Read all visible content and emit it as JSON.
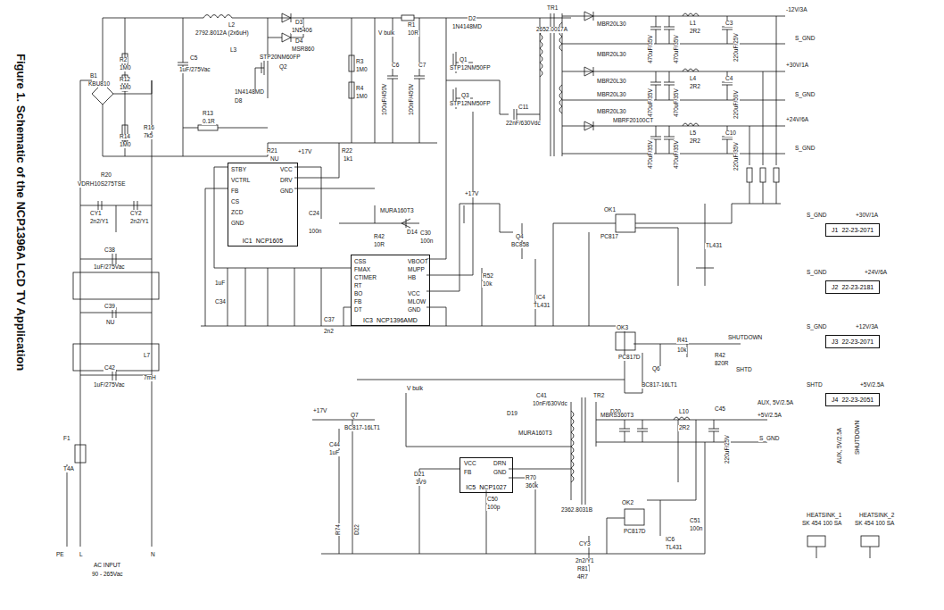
{
  "diagram": {
    "caption": "Figure 1. Schematic of the NCP1396A LCD TV Application",
    "nodes": [
      {
        "text": [
          "IC1",
          "NCP1605"
        ]
      },
      {
        "text": [
          "IC3",
          "NCP1396AMD"
        ]
      },
      {
        "text": [
          "IC5",
          "NCP1027"
        ]
      },
      {
        "text": [
          "J1",
          "22-23-2071"
        ]
      },
      {
        "text": [
          "J2",
          "22-23-2181"
        ]
      },
      {
        "text": [
          "J3",
          "22-23-2071"
        ]
      },
      {
        "text": [
          "J4",
          "22-23-2051"
        ]
      }
    ],
    "labels": [
      "B1",
      "KBU810",
      "R2",
      "1M0",
      "R12",
      "1M0",
      "R14",
      "1M0",
      "R16",
      "7k5",
      "C5",
      "1uF/275Vac",
      "L2",
      "2792.8012A (2x6uH)",
      "L3",
      "D3",
      "1N5406",
      "D4",
      "MSR860",
      "STP20NM60FP",
      "Q2",
      "1N4148MD",
      "D8",
      "R13",
      "0.1R",
      "R3",
      "1M0",
      "R4",
      "1M0",
      "V bulk",
      "C6",
      "100uF/450V",
      "C7",
      "100nF/450V",
      "R1",
      "10R",
      "D2",
      "1N4148MD",
      "Q1",
      "STP12NM50FP",
      "Q3",
      "STP12NM50FP",
      "C11",
      "22nF/630Vdc",
      "TR1",
      "2652.0017A",
      "MBR20L30",
      "MBR20L30",
      "MBR20L30",
      "MBR20L30",
      "MBR20L30",
      "MBRF20100CT",
      "470uF/35V",
      "470uF/35V",
      "470uF/35V",
      "470uF/35V",
      "470uF/35V",
      "470uF/35V",
      "L1",
      "2R2",
      "C3",
      "220uF/25V",
      "L4",
      "2R2",
      "C4",
      "220uF/50V",
      "L5",
      "2R2",
      "C10",
      "220uF/35V",
      "-12V/3A",
      "S_GND",
      "+30V/1A",
      "S_GND",
      "+24V/6A",
      "S_GND",
      "R20",
      "VDRH10S275TSE",
      "CY1",
      "2n2/Y1",
      "CY2",
      "2n2/Y1",
      "C38",
      "1uF/275Vac",
      "C39",
      "NU",
      "L7",
      "7mH",
      "C42",
      "1uF/275Vac",
      "F1",
      "T4A",
      "PE",
      "L",
      "N",
      "AC INPUT",
      "90 - 265Vac",
      "+17V",
      "R21",
      "NU",
      "R22",
      "1k1",
      "C24",
      "100n",
      "MURA160T3",
      "D14",
      "R42",
      "10R",
      "+17V",
      "C30",
      "100n",
      "Q4",
      "BC858",
      "OK1",
      "PC817",
      "IC4",
      "TL431",
      "TL431",
      "R52",
      "10k",
      "C37",
      "2n2",
      "C34",
      "1uF",
      "+17V",
      "Q7",
      "BC817-16LT1",
      "C44",
      "1uF",
      "R74",
      "D22",
      "V bulk",
      "C41",
      "10nF/630Vdc",
      "D19",
      "MURA160T3",
      "TR2",
      "2362.8031B",
      "D20",
      "MBRS360T3",
      "L10",
      "2R2",
      "C45",
      "220uF/25V",
      "AUX, 5V/2.5A",
      "+5V/2.5A",
      "S_GND",
      "D21",
      "3V9",
      "C50",
      "100p",
      "R70",
      "360k",
      "OK2",
      "PC817D",
      "IC6",
      "TL431",
      "C51",
      "100n",
      "CY3",
      "2n2/Y1",
      "R81",
      "4R7",
      "OK3",
      "PC817D",
      "Q6",
      "BC817-16LT1",
      "R41",
      "10k",
      "R42",
      "820R",
      "SHUTDOWN",
      "SHTD",
      "S_GND",
      "+30V/1A",
      "S_GND",
      "+24V/6A",
      "S_GND",
      "+12V/3A",
      "SHTD",
      "+5V/2.5A",
      "AUX, 5V/2.5A",
      "SHUTDOWN",
      "HEATSINK_1",
      "SK 454 100 SA",
      "HEATSINK_2",
      "SK 454 100 SA",
      "STBY",
      "VCTRL",
      "FB",
      "CS",
      "ZCD",
      "GND",
      "VCC",
      "DRV",
      "GND",
      "CSS",
      "FMAX",
      "CTIMER",
      "RT",
      "BO",
      "FB",
      "DT",
      "VBOOT",
      "MUPP",
      "HB",
      "VCC",
      "MLOW",
      "GND",
      "VCC",
      "FB",
      "DRN",
      "GND"
    ]
  }
}
